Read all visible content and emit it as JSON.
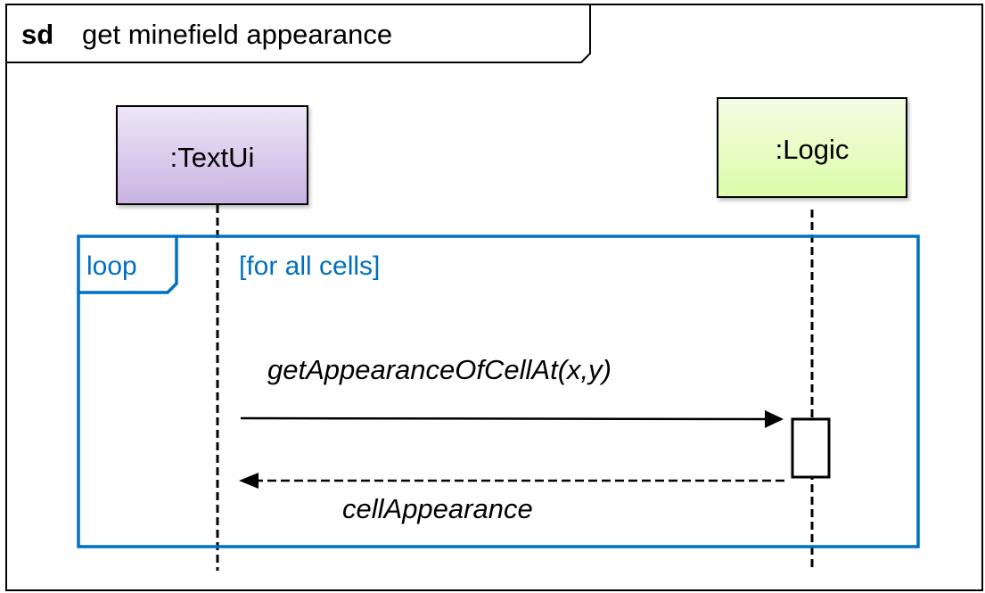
{
  "frame": {
    "keyword": "sd",
    "title": "get minefield appearance"
  },
  "lifelines": [
    {
      "name": ":TextUi",
      "color_top": "#EDE6F7",
      "color_bottom": "#C9B3E2"
    },
    {
      "name": ":Logic",
      "color_top": "#F3FCE3",
      "color_bottom": "#DDFCA8"
    }
  ],
  "fragment": {
    "operator": "loop",
    "guard": "[for all cells]",
    "color": "#0070C0"
  },
  "messages": [
    {
      "label": "getAppearanceOfCellAt(x,y)",
      "type": "synchronous"
    },
    {
      "label": "cellAppearance",
      "type": "return"
    }
  ]
}
